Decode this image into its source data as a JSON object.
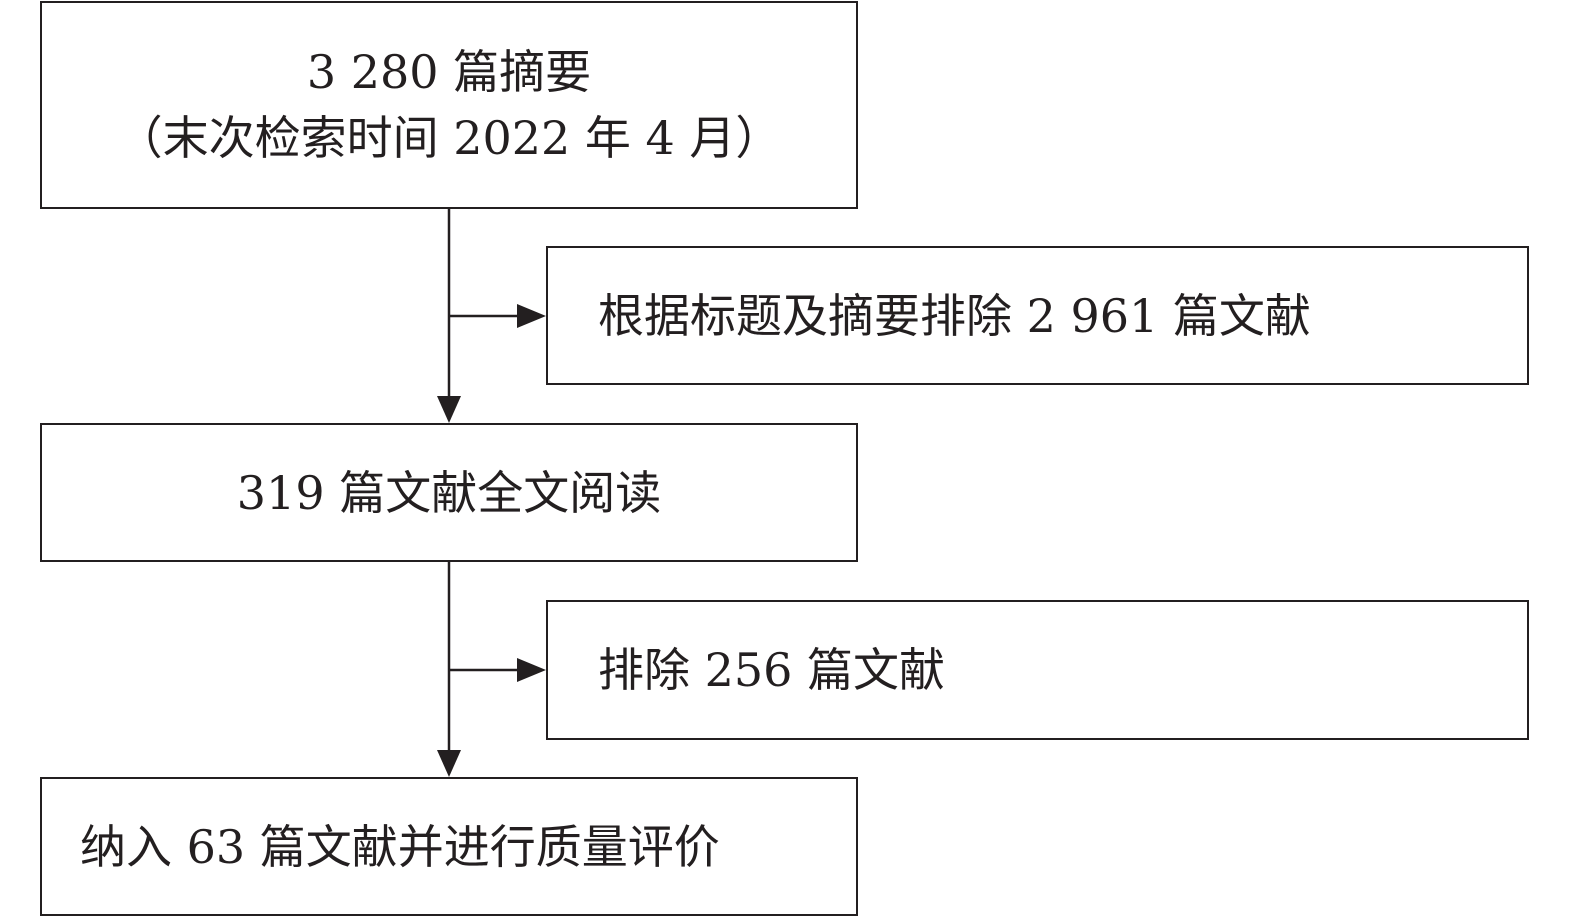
{
  "flowchart": {
    "step1": {
      "line1": "3 280 篇摘要",
      "line2": "（末次检索时间 2022 年 4 月）"
    },
    "exclusion1": "根据标题及摘要排除 2 961 篇文献",
    "step2": "319 篇文献全文阅读",
    "exclusion2": "排除 256 篇文献",
    "step3": "纳入 63 篇文献并进行质量评价"
  },
  "colors": {
    "stroke": "#231f20",
    "background": "#ffffff"
  }
}
